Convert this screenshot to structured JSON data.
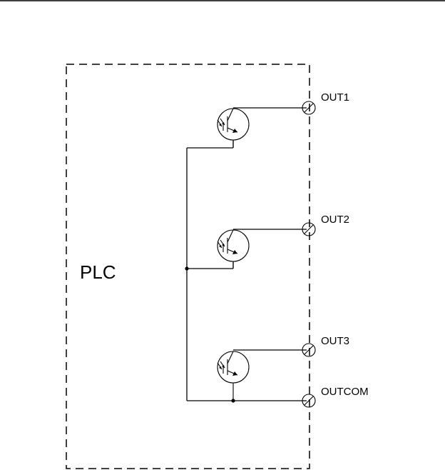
{
  "diagram": {
    "controller_label": "PLC",
    "outputs": [
      {
        "label": "OUT1"
      },
      {
        "label": "OUT2"
      },
      {
        "label": "OUT3"
      }
    ],
    "common_label": "OUTCOM"
  }
}
